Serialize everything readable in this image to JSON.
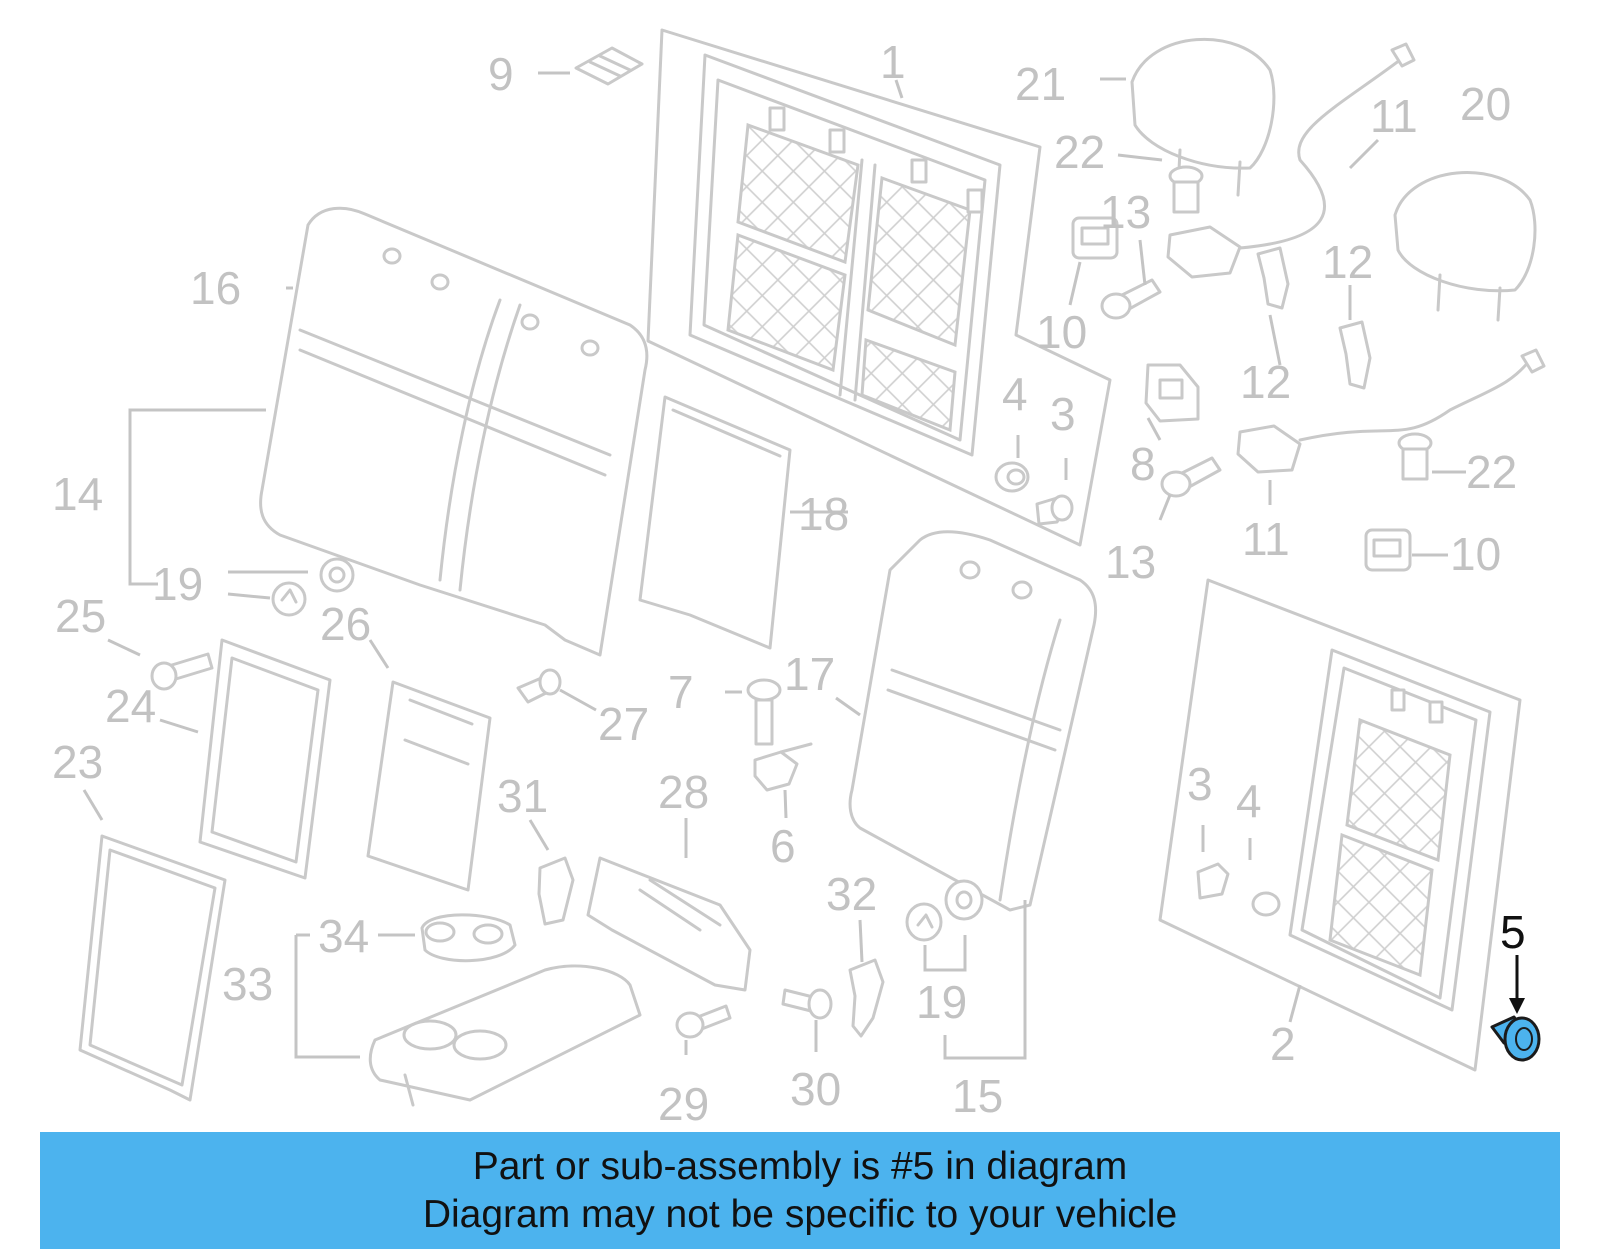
{
  "diagram": {
    "callouts": [
      {
        "id": "c1",
        "text": "1"
      },
      {
        "id": "c2",
        "text": "2"
      },
      {
        "id": "c3a",
        "text": "3"
      },
      {
        "id": "c3b",
        "text": "3"
      },
      {
        "id": "c4a",
        "text": "4"
      },
      {
        "id": "c4b",
        "text": "4"
      },
      {
        "id": "c5",
        "text": "5"
      },
      {
        "id": "c6",
        "text": "6"
      },
      {
        "id": "c7",
        "text": "7"
      },
      {
        "id": "c8",
        "text": "8"
      },
      {
        "id": "c9",
        "text": "9"
      },
      {
        "id": "c10a",
        "text": "10"
      },
      {
        "id": "c10b",
        "text": "10"
      },
      {
        "id": "c11a",
        "text": "11"
      },
      {
        "id": "c11b",
        "text": "11"
      },
      {
        "id": "c12a",
        "text": "12"
      },
      {
        "id": "c12b",
        "text": "12"
      },
      {
        "id": "c13a",
        "text": "13"
      },
      {
        "id": "c13b",
        "text": "13"
      },
      {
        "id": "c14",
        "text": "14"
      },
      {
        "id": "c15",
        "text": "15"
      },
      {
        "id": "c16",
        "text": "16"
      },
      {
        "id": "c17",
        "text": "17"
      },
      {
        "id": "c18",
        "text": "18"
      },
      {
        "id": "c19a",
        "text": "19"
      },
      {
        "id": "c19b",
        "text": "19"
      },
      {
        "id": "c20",
        "text": "20"
      },
      {
        "id": "c21",
        "text": "21"
      },
      {
        "id": "c22a",
        "text": "22"
      },
      {
        "id": "c22b",
        "text": "22"
      },
      {
        "id": "c23",
        "text": "23"
      },
      {
        "id": "c24",
        "text": "24"
      },
      {
        "id": "c25",
        "text": "25"
      },
      {
        "id": "c26",
        "text": "26"
      },
      {
        "id": "c27",
        "text": "27"
      },
      {
        "id": "c28",
        "text": "28"
      },
      {
        "id": "c29",
        "text": "29"
      },
      {
        "id": "c30",
        "text": "30"
      },
      {
        "id": "c31",
        "text": "31"
      },
      {
        "id": "c32",
        "text": "32"
      },
      {
        "id": "c33",
        "text": "33"
      },
      {
        "id": "c34",
        "text": "34"
      }
    ],
    "highlight_color": "#4cb3ee",
    "highlighted_part": "5"
  },
  "banner": {
    "line1": "Part or sub-assembly is #5 in diagram",
    "line2": "Diagram may not be specific to your vehicle",
    "background": "#4cb3ee"
  }
}
